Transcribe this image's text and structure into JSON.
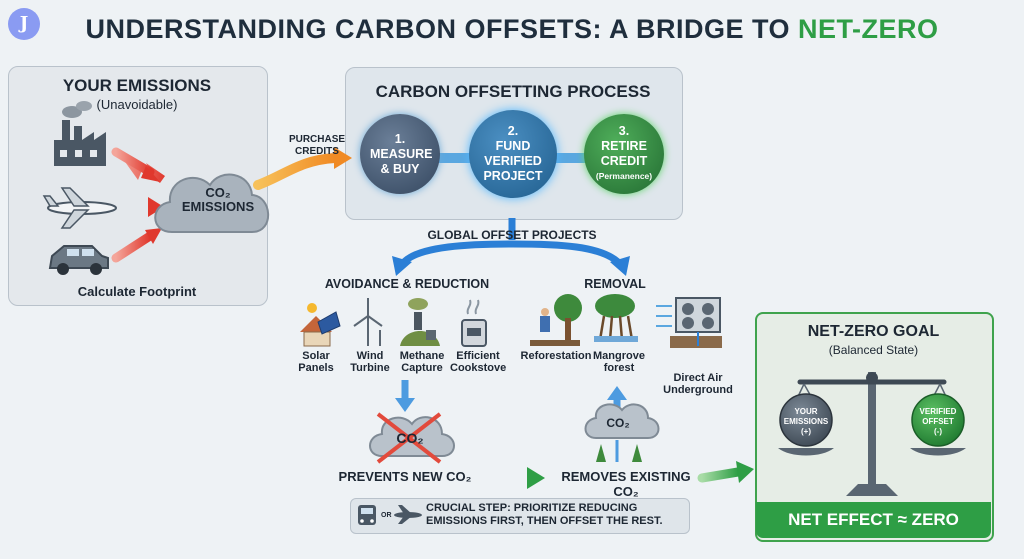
{
  "logo": {
    "glyph": "J"
  },
  "title": {
    "main": "UNDERSTANDING CARBON OFFSETS: A BRIDGE TO ",
    "highlight": "NET-ZERO"
  },
  "emissions": {
    "heading": "YOUR EMISSIONS",
    "sub": "(Unavoidable)",
    "cloud_line1": "CO₂",
    "cloud_line2": "EMISSIONS",
    "footer": "Calculate Footprint",
    "sources": [
      "factory-icon",
      "airplane-icon",
      "car-icon"
    ]
  },
  "purchase": {
    "line1": "PURCHASE",
    "line2": "CREDITS"
  },
  "process": {
    "heading": "CARBON OFFSETTING PROCESS",
    "steps": [
      {
        "num": "1.",
        "text": "MEASURE & BUY",
        "note": ""
      },
      {
        "num": "2.",
        "text": "FUND VERIFIED PROJECT",
        "note": ""
      },
      {
        "num": "3.",
        "text": "RETIRE CREDIT",
        "note": "(Permanence)"
      }
    ]
  },
  "global": {
    "label": "GLOBAL OFFSET PROJECTS"
  },
  "avoidance": {
    "heading": "AVOIDANCE & REDUCTION",
    "items": [
      {
        "line1": "Solar",
        "line2": "Panels"
      },
      {
        "line1": "Wind",
        "line2": "Turbine"
      },
      {
        "line1": "Methane",
        "line2": "Capture"
      },
      {
        "line1": "Efficient",
        "line2": "Cookstove"
      }
    ],
    "cloud": "CO₂",
    "result": "PREVENTS NEW CO₂"
  },
  "removal": {
    "heading": "REMOVAL",
    "items": [
      {
        "line1": "Reforestation",
        "line2": ""
      },
      {
        "line1": "Mangrove",
        "line2": "forest"
      },
      {
        "line1": "Direct Air",
        "line2": "Underground"
      }
    ],
    "cloud": "CO₂",
    "result": "REMOVES EXISTING CO₂"
  },
  "crucial": {
    "or": "OR",
    "line1": "CRUCIAL STEP: PRIORITIZE REDUCING",
    "line2": "EMISSIONS FIRST, THEN OFFSET THE REST."
  },
  "netzero": {
    "heading": "NET-ZERO GOAL",
    "sub": "(Balanced State)",
    "left": {
      "line1": "YOUR",
      "line2": "EMISSIONS",
      "line3": "(+)"
    },
    "right": {
      "line1": "VERIFIED",
      "line2": "OFFSET",
      "line3": "(-)"
    },
    "effect": "NET EFFECT ≈ ZERO"
  },
  "colors": {
    "green": "#2e9e45",
    "blue": "#2b7fd6",
    "red": "#e24a3c",
    "orange": "#f39a2d",
    "dark": "#1f2e3d"
  }
}
